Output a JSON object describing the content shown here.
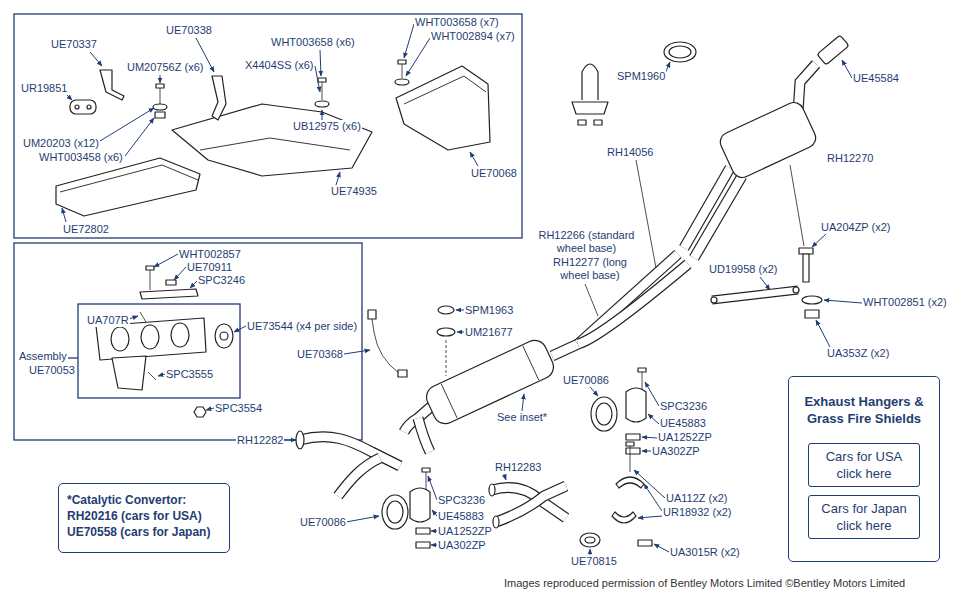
{
  "diagram": {
    "caption": "Images reproduced permission of Bentley Motors Limited ©Bentley Motors Limited",
    "nodes": [
      {
        "text": [
          "Exhaust Hangers & Grass Fire Shields"
        ]
      },
      {
        "text": [
          "Cars for USA click here"
        ],
        "in": 0
      },
      {
        "text": [
          "Cars for Japan click here"
        ],
        "in": 0
      },
      {
        "text": [
          "*Catalytic Convertor:",
          "RH20216 (cars for USA)",
          "UE70558 (cars for Japan)"
        ]
      }
    ],
    "labels": [
      "UE70337",
      "UE70338",
      "WHT003658 (x6)",
      "WHT003658 (x7)",
      "WHT002894 (x7)",
      "UM20756Z (x6)",
      "X4404SS (x6)",
      "UR19851",
      "UB12975 (x6)",
      "UM20203 (x12)",
      "WHT003458 (x6)",
      "UE70068",
      "UE74935",
      "UE72802",
      "WHT002857",
      "UE70911",
      "SPC3246",
      "UE73544 (x4 per side)",
      "UA707R",
      "Assembly",
      "UE70053",
      "SPC3555",
      "SPC3554",
      "SPM1960",
      "UE45584",
      "RH14056",
      "RH12270",
      "UA204ZP (x2)",
      "RH12266 (standard wheel base)",
      "RH12277 (long wheel base)",
      "UD19958 (x2)",
      "WHT002851 (x2)",
      "SPM1963",
      "UM21677",
      "UE70368",
      "UA353Z (x2)",
      "UE70086",
      "SPC3236",
      "See inset*",
      "UE45883",
      "UA1252ZP",
      "RH12282",
      "UA302ZP",
      "RH12283",
      "UA112Z (x2)",
      "SPC3236",
      "UR18932 (x2)",
      "UE45883",
      "UE70086",
      "UA1252ZP",
      "UA302ZP",
      "UA3015R (x2)",
      "UE70815"
    ]
  }
}
